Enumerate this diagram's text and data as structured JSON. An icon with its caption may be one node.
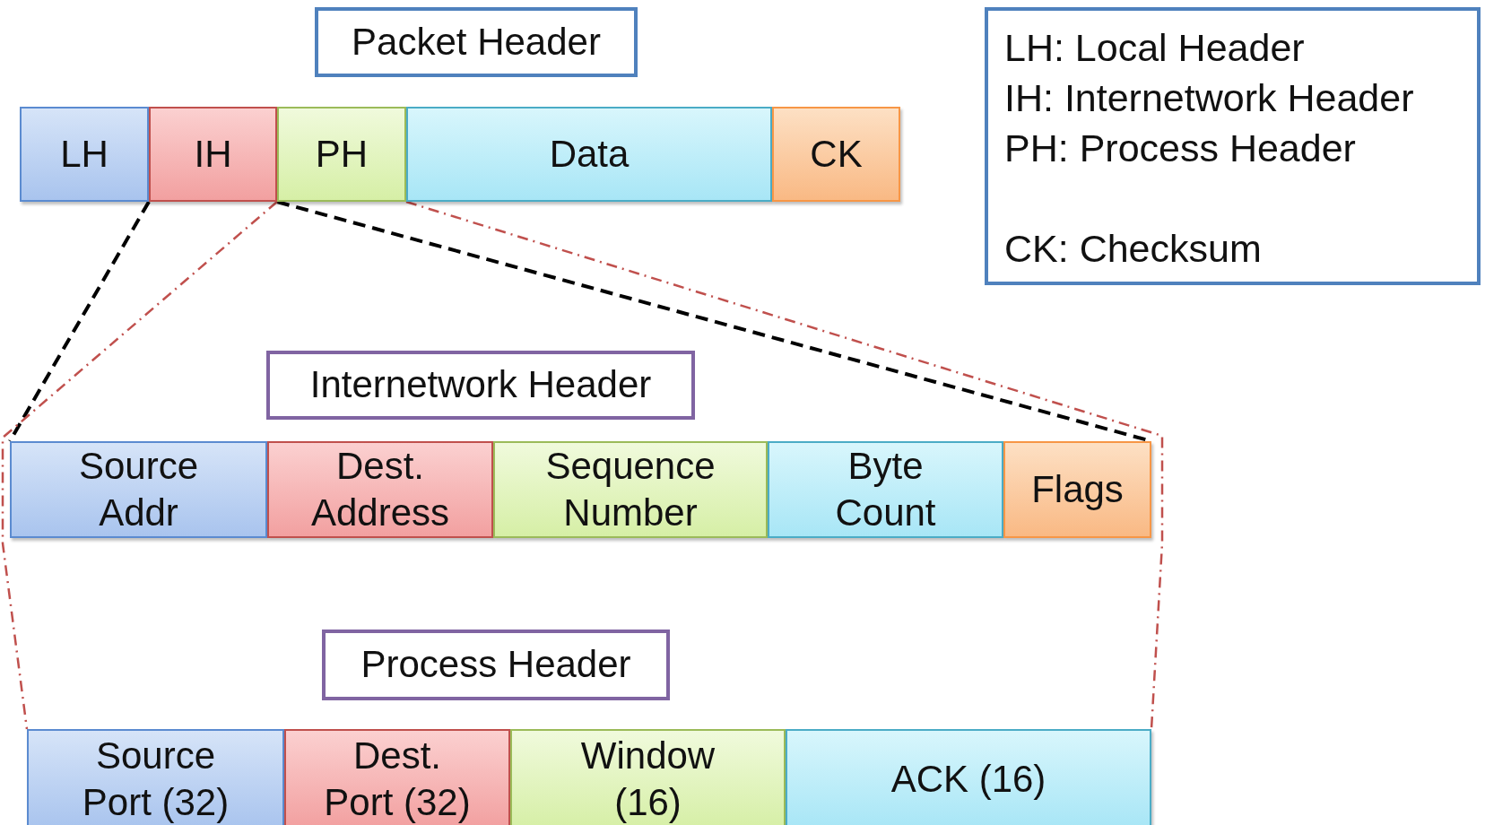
{
  "diagram": {
    "nodes": [
      {
        "text": [
          "Packet Header"
        ]
      },
      {
        "text": [
          "LH"
        ]
      },
      {
        "text": [
          "IH"
        ]
      },
      {
        "text": [
          "PH"
        ]
      },
      {
        "text": [
          "Data"
        ]
      },
      {
        "text": [
          "CK"
        ]
      },
      {
        "text": [
          "LH: Local Header",
          "IH: Internetwork Header",
          "PH: Process Header",
          "CK: Checksum"
        ]
      },
      {
        "text": [
          "Internetwork Header"
        ]
      },
      {
        "text": [
          "Source Addr"
        ]
      },
      {
        "text": [
          "Dest. Address"
        ]
      },
      {
        "text": [
          "Sequence Number"
        ]
      },
      {
        "text": [
          "Byte Count"
        ]
      },
      {
        "text": [
          "Flags"
        ]
      },
      {
        "text": [
          "Process Header"
        ]
      },
      {
        "text": [
          "Source Port (32)"
        ]
      },
      {
        "text": [
          "Dest. Port (32)"
        ]
      },
      {
        "text": [
          "Window (16)"
        ]
      },
      {
        "text": [
          "ACK (16)"
        ]
      }
    ],
    "edges": [
      {
        "from": 2,
        "to": 8,
        "arrow": "none",
        "style": "dashed"
      },
      {
        "from": 2,
        "to": 12,
        "arrow": "none",
        "style": "dashed"
      },
      {
        "from": 3,
        "to": 14,
        "arrow": "none",
        "style": "dashed",
        "color": "#c0504d"
      },
      {
        "from": 3,
        "to": 17,
        "arrow": "none",
        "style": "dashed",
        "color": "#c0504d"
      }
    ]
  }
}
